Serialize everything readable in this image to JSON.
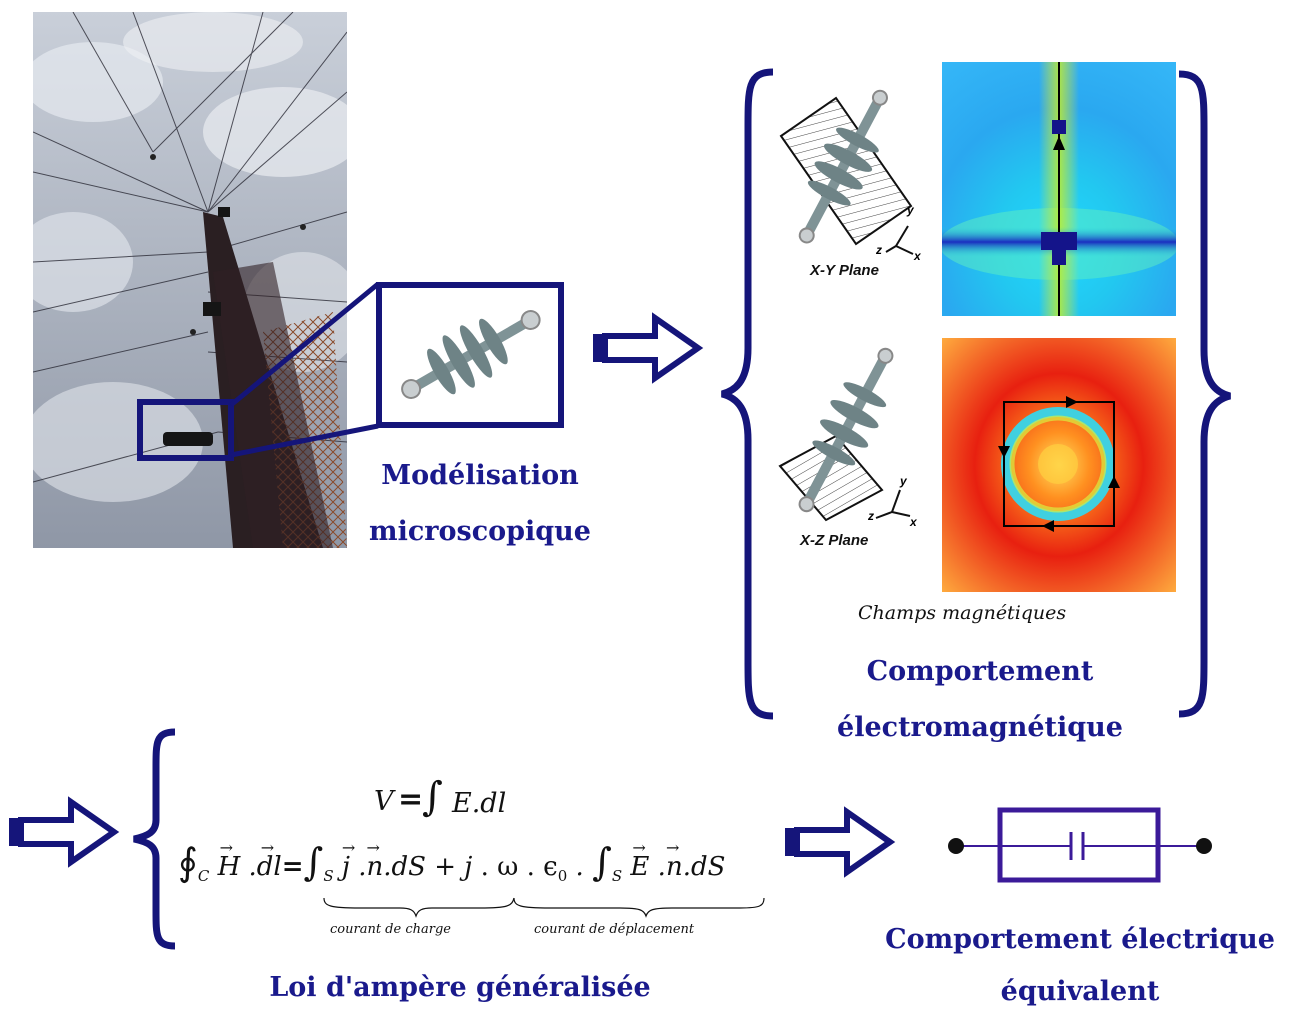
{
  "labels": {
    "micro_1": "Modélisation",
    "micro_2": "microscopique",
    "em_1": "Comportement",
    "em_2": "électromagnétique",
    "champs": "Champs magnétiques",
    "xy_plane": "X-Y Plane",
    "xz_plane": "X-Z Plane",
    "loi": "Loi d'ampère généralisée",
    "elec_1": "Comportement électrique",
    "elec_2": "équivalent"
  },
  "equations": {
    "eq1_lhs": "V",
    "eq1_rhs": "E.dl",
    "charge": "courant de charge",
    "deplacement": "courant de déplacement"
  },
  "axes": {
    "x": "x",
    "y": "y",
    "z": "z"
  },
  "colors": {
    "accent": "#1a1a8c",
    "navy": "#15157a",
    "circuit": "#3b1a99"
  }
}
